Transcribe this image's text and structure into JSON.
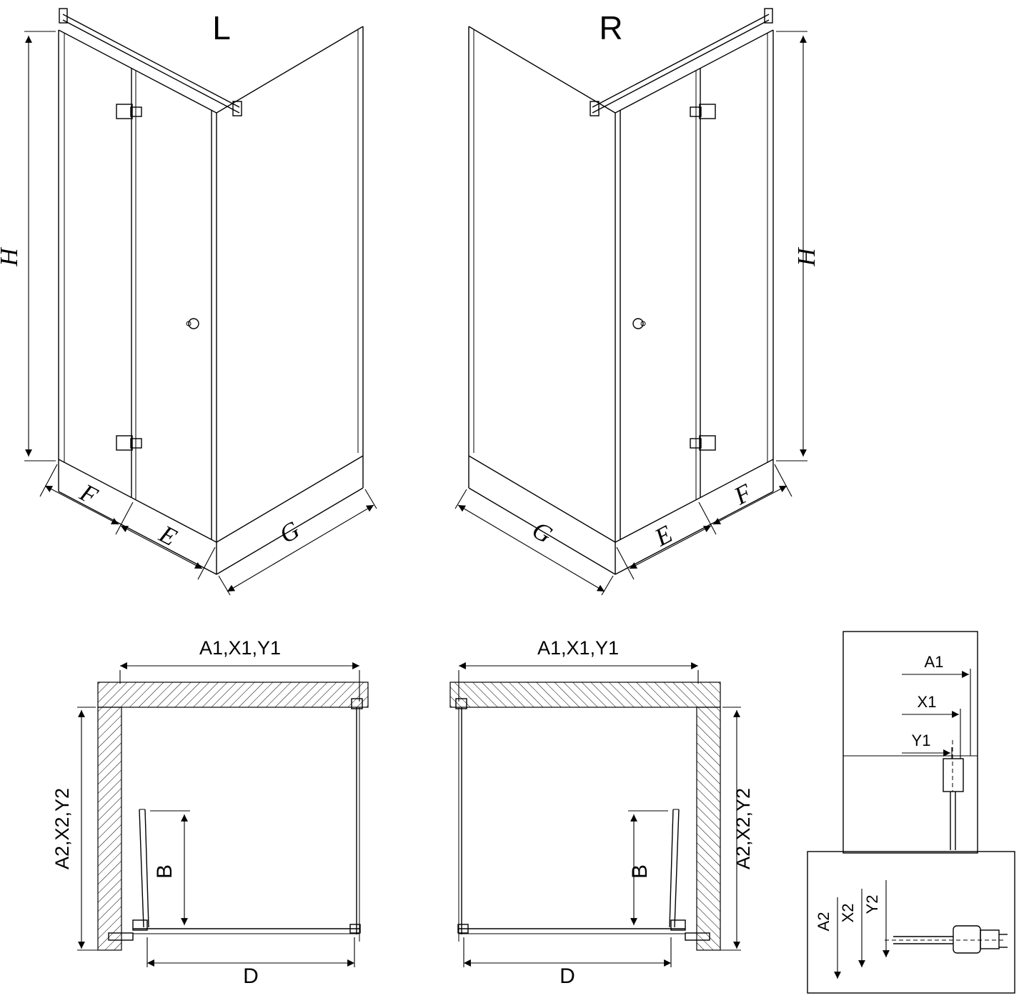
{
  "page": {
    "background": "#ffffff",
    "line_color": "#000000"
  },
  "views": {
    "iso_left": {
      "label": "L",
      "dim_height": "H",
      "dim_fixed": "F",
      "dim_door": "E",
      "dim_side": "G"
    },
    "iso_right": {
      "label": "R",
      "dim_height": "H",
      "dim_fixed": "F",
      "dim_door": "E",
      "dim_side": "G"
    },
    "plan_left": {
      "dim_top": "A1,X1,Y1",
      "dim_side": "A2,X2,Y2",
      "dim_door": "B",
      "dim_width": "D"
    },
    "plan_right": {
      "dim_top": "A1,X1,Y1",
      "dim_side": "A2,X2,Y2",
      "dim_door": "B",
      "dim_width": "D"
    },
    "detail_top": {
      "label_a": "A1",
      "label_x": "X1",
      "label_y": "Y1"
    },
    "detail_bottom": {
      "label_a": "A2",
      "label_x": "X2",
      "label_y": "Y2"
    }
  }
}
